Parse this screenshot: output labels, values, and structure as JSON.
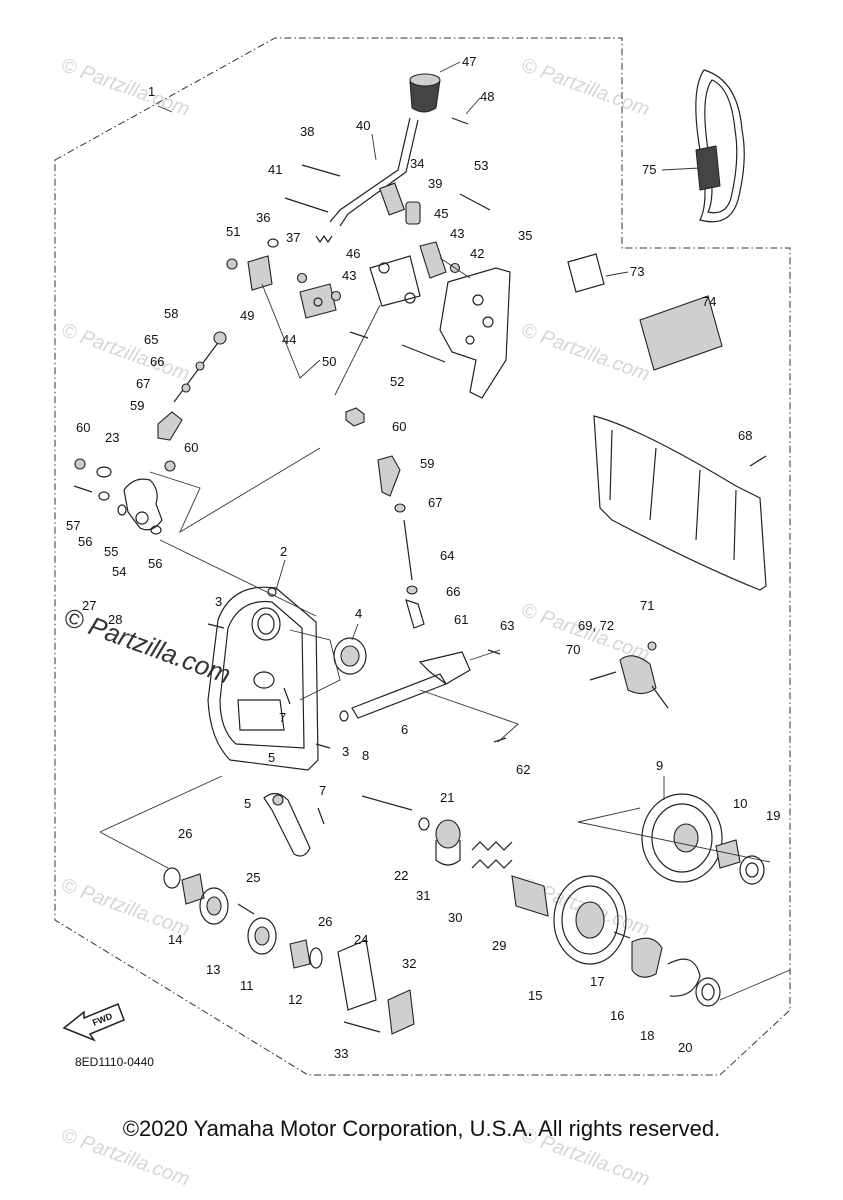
{
  "diagram": {
    "part_numbers": [
      "1",
      "2",
      "3",
      "3",
      "4",
      "5",
      "5",
      "6",
      "7",
      "7",
      "8",
      "9",
      "10",
      "11",
      "12",
      "13",
      "14",
      "15",
      "16",
      "17",
      "18",
      "19",
      "20",
      "21",
      "22",
      "23",
      "24",
      "25",
      "26",
      "26",
      "27",
      "28",
      "29",
      "30",
      "31",
      "32",
      "33",
      "34",
      "35",
      "36",
      "37",
      "38",
      "39",
      "40",
      "41",
      "42",
      "43",
      "43",
      "44",
      "45",
      "46",
      "47",
      "48",
      "49",
      "50",
      "51",
      "52",
      "53",
      "54",
      "55",
      "56",
      "56",
      "57",
      "58",
      "59",
      "59",
      "60",
      "60",
      "60",
      "61",
      "62",
      "63",
      "64",
      "65",
      "66",
      "66",
      "67",
      "67",
      "68",
      "69, 72",
      "70",
      "71",
      "73",
      "74",
      "75"
    ],
    "diagram_code": "8ED1110-0440",
    "fwd_label": "FWD",
    "watermark": "© Partzilla.com"
  },
  "footer": {
    "copyright": "©2020 Yamaha Motor Corporation, U.S.A. All rights reserved."
  }
}
